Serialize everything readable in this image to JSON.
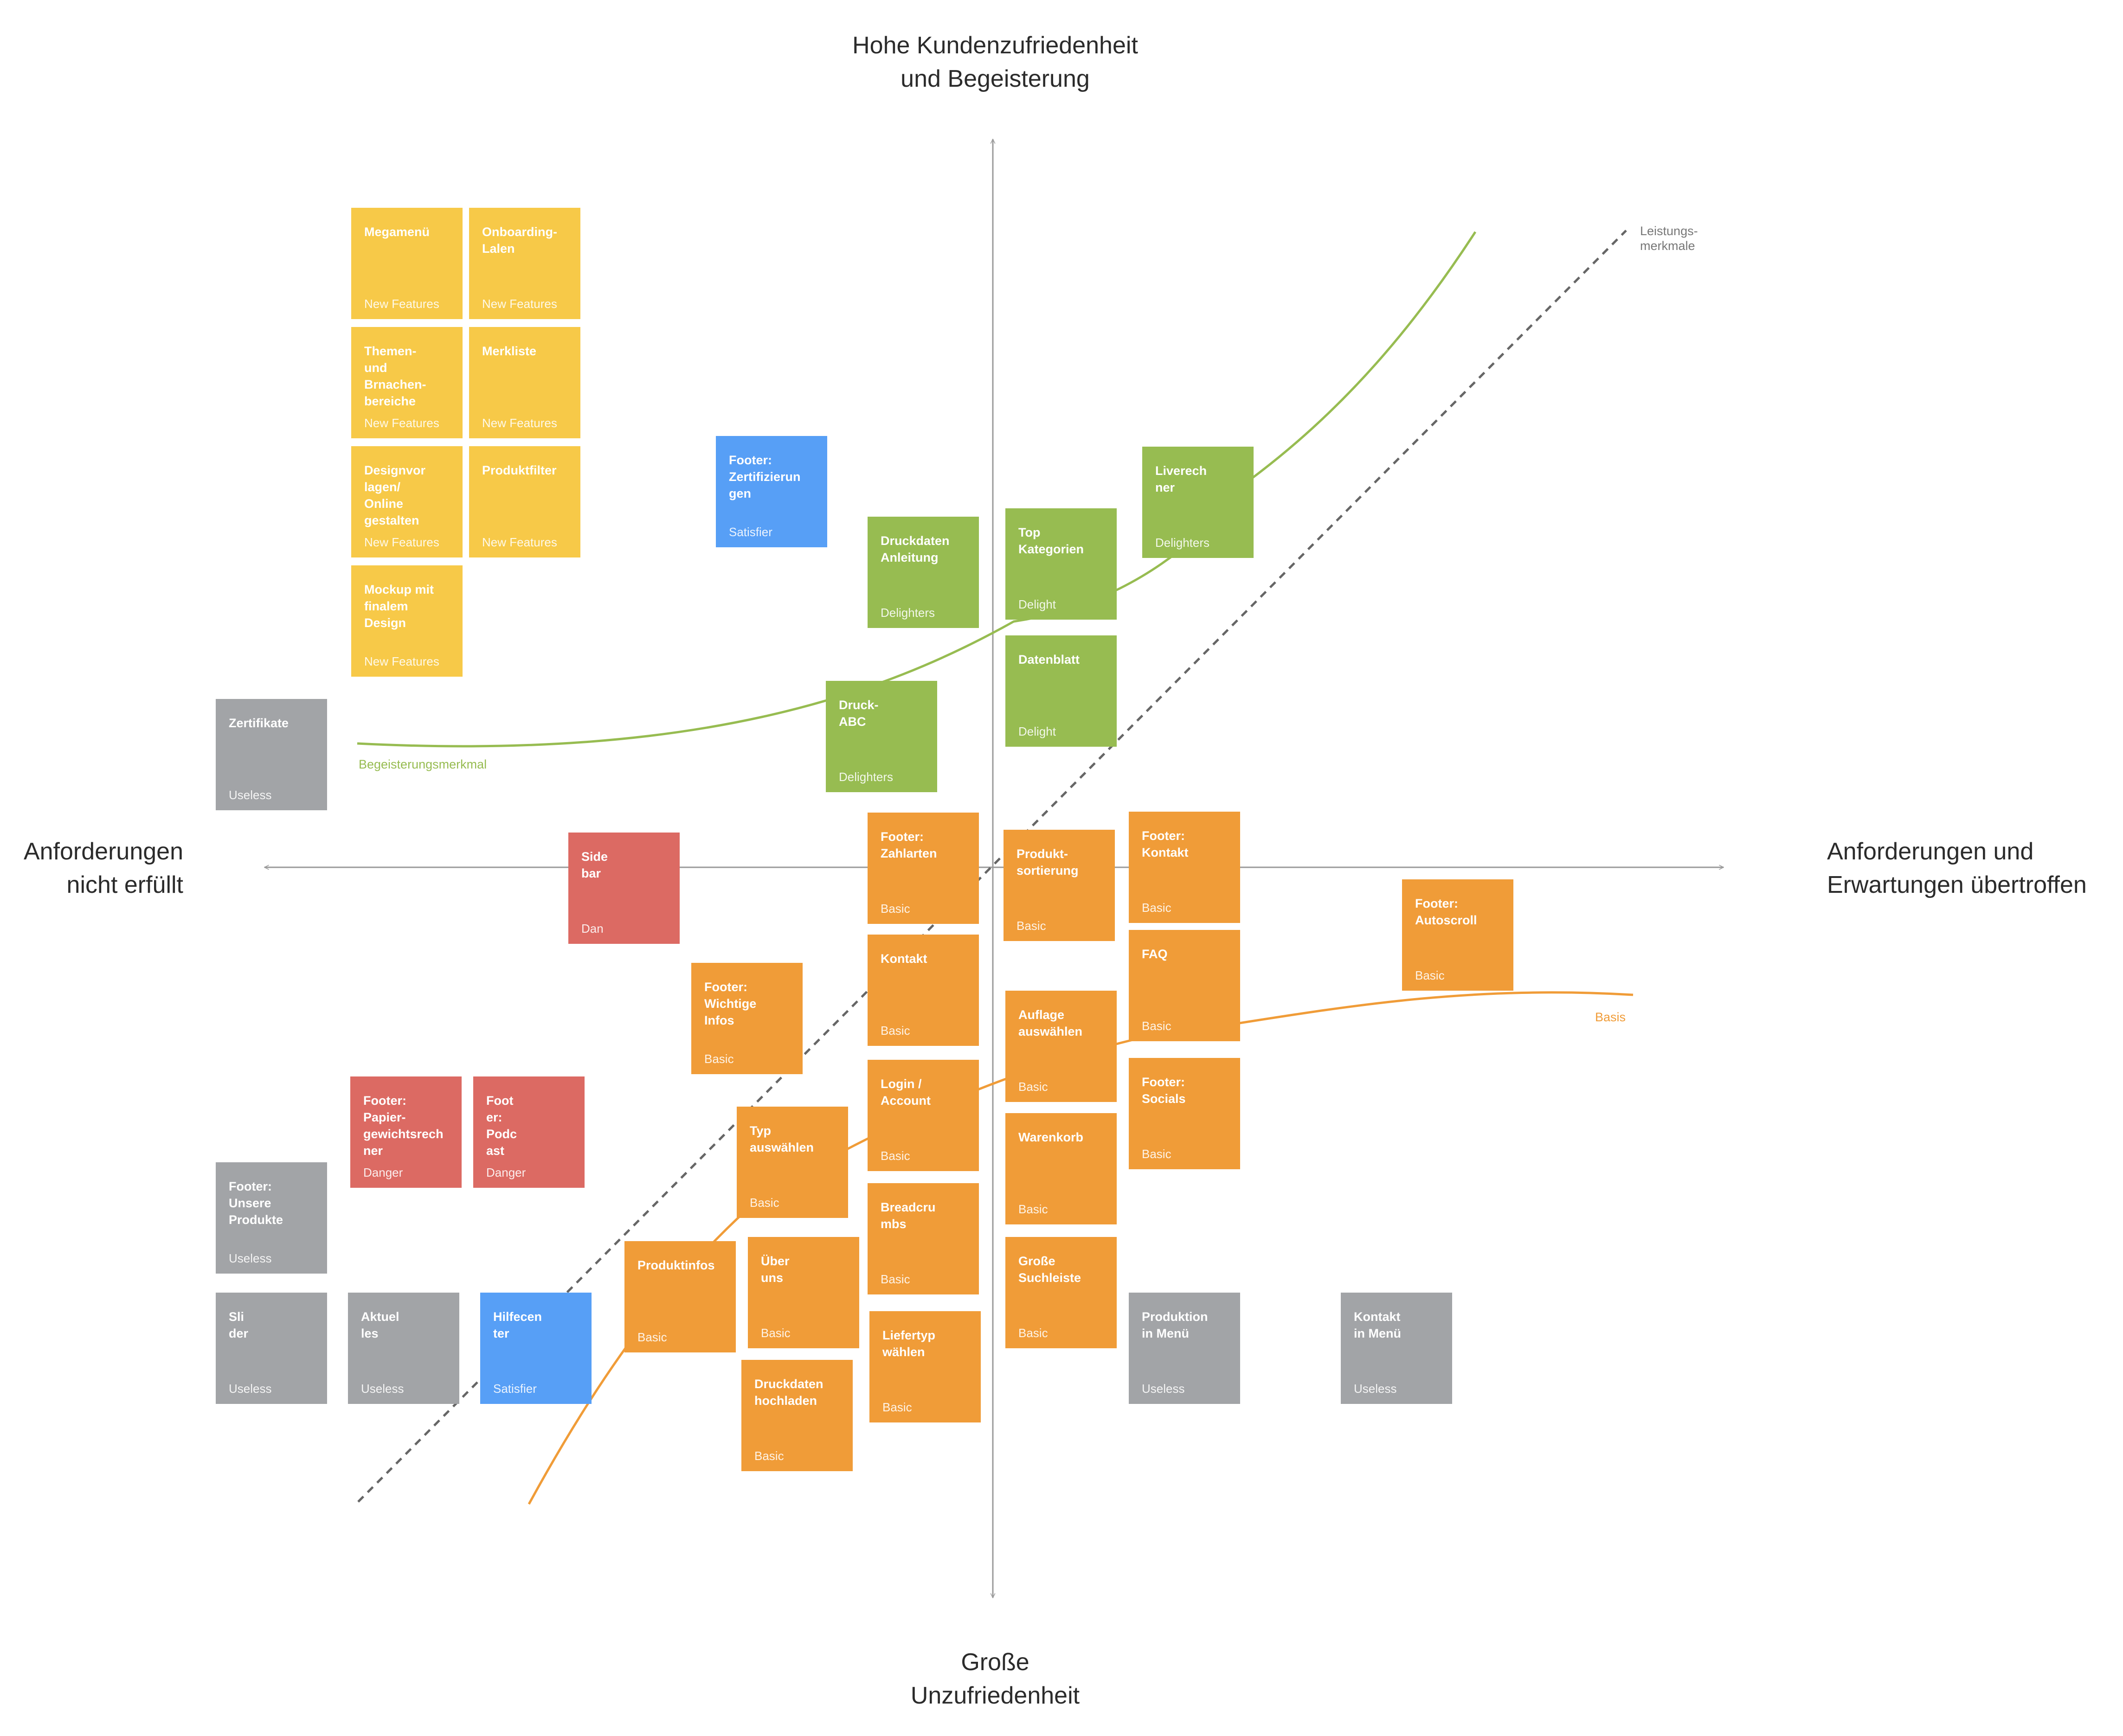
{
  "colors": {
    "axis": "#9a9a9a",
    "new_features": "#F7C948",
    "delighters": "#97BC51",
    "satisfier": "#579FF6",
    "basic": "#F09C38",
    "danger": "#DC6A63",
    "useless": "#A2A4A7",
    "curve_delight": "#97BC51",
    "curve_basic": "#F09C38",
    "curve_performance": "#666666"
  },
  "axes": {
    "top": "Hohe Kundenzufriedenheit\nund Begeisterung",
    "bottom": "Große\nUnzufriedenheit",
    "left": "Anforderungen\nnicht erfüllt",
    "right": "Anforderungen und\nErwartungen übertroffen"
  },
  "curves": {
    "performance": "Leistungs-\nmerkmale",
    "delight": "Begeisterungsmerkmal",
    "basic": "Basis"
  },
  "notes": [
    {
      "title": "Megamenü",
      "category": "New Features",
      "type": "new_features"
    },
    {
      "title": "Onboarding-\nLalen",
      "category": "New Features",
      "type": "new_features"
    },
    {
      "title": "Themen-\nund\nBrnachen-\nbereiche",
      "category": "New Features",
      "type": "new_features"
    },
    {
      "title": "Merkliste",
      "category": "New Features",
      "type": "new_features"
    },
    {
      "title": "Designvor\nlagen/\nOnline\ngestalten",
      "category": "New Features",
      "type": "new_features"
    },
    {
      "title": "Produktfilter",
      "category": "New Features",
      "type": "new_features"
    },
    {
      "title": "Mockup mit\nfinalem\nDesign",
      "category": "New Features",
      "type": "new_features"
    },
    {
      "title": "Zertifikate",
      "category": "Useless",
      "type": "useless"
    },
    {
      "title": "Footer:\nZertifizierun\ngen",
      "category": "Satisfier",
      "type": "satisfier"
    },
    {
      "title": "Druckdaten\nAnleitung",
      "category": "Delighters",
      "type": "delighters"
    },
    {
      "title": "Top\nKategorien",
      "category": "Delight",
      "type": "delighters"
    },
    {
      "title": "Liverech\nner",
      "category": "Delighters",
      "type": "delighters"
    },
    {
      "title": "Datenblatt",
      "category": "Delight",
      "type": "delighters"
    },
    {
      "title": "Druck-\nABC",
      "category": "Delighters",
      "type": "delighters"
    },
    {
      "title": "Side\nbar",
      "category": "Dan",
      "type": "danger"
    },
    {
      "title": "Footer:\nZahlarten",
      "category": "Basic",
      "type": "basic"
    },
    {
      "title": "Footer:\nKontakt",
      "category": "Basic",
      "type": "basic"
    },
    {
      "title": "Produkt-\nsortierung",
      "category": "Basic",
      "type": "basic"
    },
    {
      "title": "Footer:\nAutoscroll",
      "category": "Basic",
      "type": "basic"
    },
    {
      "title": "Kontakt",
      "category": "Basic",
      "type": "basic"
    },
    {
      "title": "FAQ",
      "category": "Basic",
      "type": "basic"
    },
    {
      "title": "Footer:\nWichtige\nInfos",
      "category": "Basic",
      "type": "basic"
    },
    {
      "title": "Auflage\nauswählen",
      "category": "Basic",
      "type": "basic"
    },
    {
      "title": "Login /\nAccount",
      "category": "Basic",
      "type": "basic"
    },
    {
      "title": "Footer:\nSocials",
      "category": "Basic",
      "type": "basic"
    },
    {
      "title": "Footer:\nPapier-\ngewichtsrech\nner",
      "category": "Danger",
      "type": "danger"
    },
    {
      "title": "Foot\ner:\nPodc\nast",
      "category": "Danger",
      "type": "danger"
    },
    {
      "title": "Typ\nauswählen",
      "category": "Basic",
      "type": "basic"
    },
    {
      "title": "Warenkorb",
      "category": "Basic",
      "type": "basic"
    },
    {
      "title": "Footer:\nUnsere\nProdukte",
      "category": "Useless",
      "type": "useless"
    },
    {
      "title": "Breadcru\nmbs",
      "category": "Basic",
      "type": "basic"
    },
    {
      "title": "Produktinfos",
      "category": "Basic",
      "type": "basic"
    },
    {
      "title": "Über\nuns",
      "category": "Basic",
      "type": "basic"
    },
    {
      "title": "Große\nSuchleiste",
      "category": "Basic",
      "type": "basic"
    },
    {
      "title": "Sli\nder",
      "category": "Useless",
      "type": "useless"
    },
    {
      "title": "Aktuel\nles",
      "category": "Useless",
      "type": "useless"
    },
    {
      "title": "Hilfecen\nter",
      "category": "Satisfier",
      "type": "satisfier"
    },
    {
      "title": "Liefertyp\nwählen",
      "category": "Basic",
      "type": "basic"
    },
    {
      "title": "Produktion\nin Menü",
      "category": "Useless",
      "type": "useless"
    },
    {
      "title": "Kontakt\nin Menü",
      "category": "Useless",
      "type": "useless"
    },
    {
      "title": "Druckdaten\nhochladen",
      "category": "Basic",
      "type": "basic"
    }
  ]
}
